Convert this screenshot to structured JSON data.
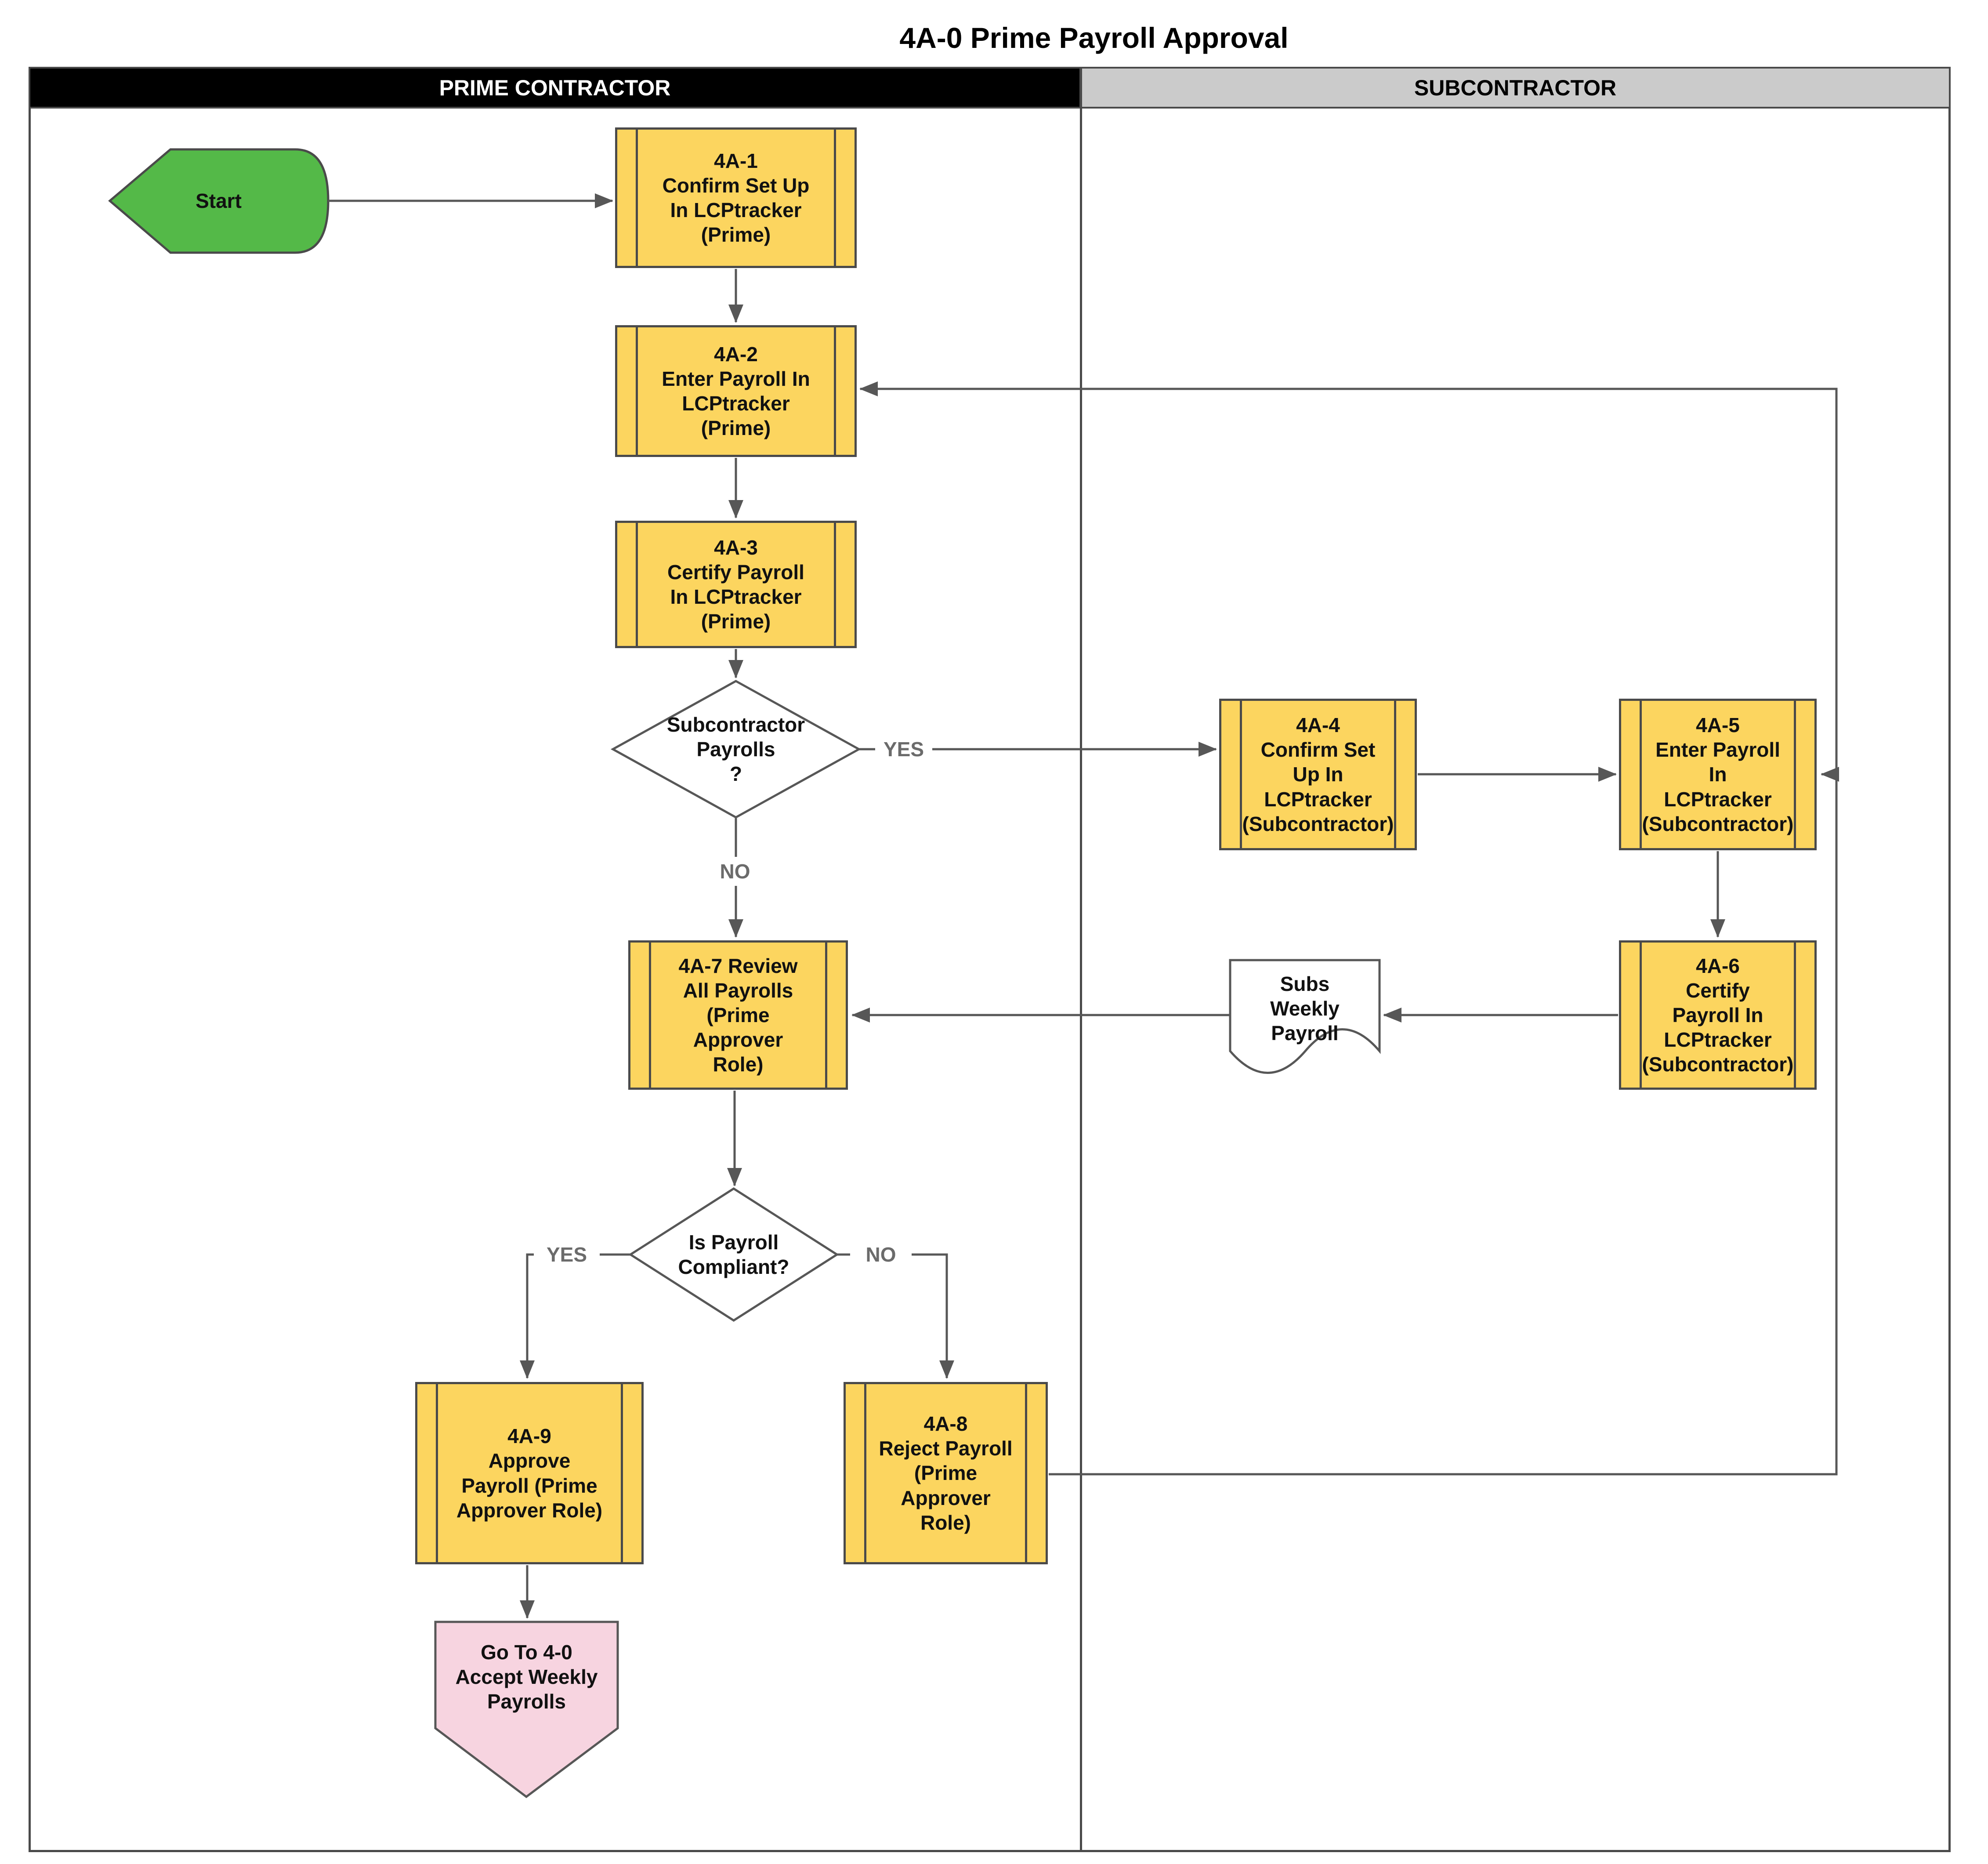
{
  "title": "4A-0 Prime Payroll Approval",
  "lanes": {
    "prime": "PRIME CONTRACTOR",
    "sub": "SUBCONTRACTOR"
  },
  "nodes": {
    "start": {
      "label": "Start"
    },
    "a1": {
      "label": "4A-1\nConfirm Set Up\nIn LCPtracker\n(Prime)"
    },
    "a2": {
      "label": "4A-2\nEnter Payroll In\nLCPtracker\n(Prime)"
    },
    "a3": {
      "label": "4A-3\nCertify Payroll\nIn LCPtracker\n(Prime)"
    },
    "d1": {
      "label": "Subcontractor\nPayrolls\n?"
    },
    "a4": {
      "label": "4A-4\nConfirm Set\nUp In\nLCPtracker\n(Subcontractor)"
    },
    "a5": {
      "label": "4A-5\nEnter Payroll\nIn\nLCPtracker\n(Subcontractor)"
    },
    "a6": {
      "label": "4A-6\nCertify\nPayroll In\nLCPtracker\n(Subcontractor)"
    },
    "doc": {
      "label": "Subs\nWeekly\nPayroll"
    },
    "a7": {
      "label": "4A-7 Review\nAll Payrolls\n(Prime\nApprover\nRole)"
    },
    "d2": {
      "label": "Is Payroll\nCompliant?"
    },
    "a9": {
      "label": "4A-9\nApprove\nPayroll (Prime\nApprover Role)"
    },
    "a8": {
      "label": "4A-8\nReject Payroll\n(Prime\nApprover\nRole)"
    },
    "goto40": {
      "label": "Go To 4-0\nAccept Weekly\nPayrolls"
    }
  },
  "edge_labels": {
    "d1_yes": "YES",
    "d1_no": "NO",
    "d2_yes": "YES",
    "d2_no": "NO"
  },
  "colors": {
    "process_fill": "#FCD55F",
    "shape_border": "#4A4A4A",
    "connector": "#575757",
    "start_fill": "#54B948",
    "offpage_fill": "#F7D4E0",
    "document_fill": "#FFFFFF",
    "lane_prime_bg": "#000000",
    "lane_prime_text": "#FFFFFF",
    "lane_sub_bg": "#CBCBCB",
    "edge_label_text": "#6B6B6B"
  }
}
